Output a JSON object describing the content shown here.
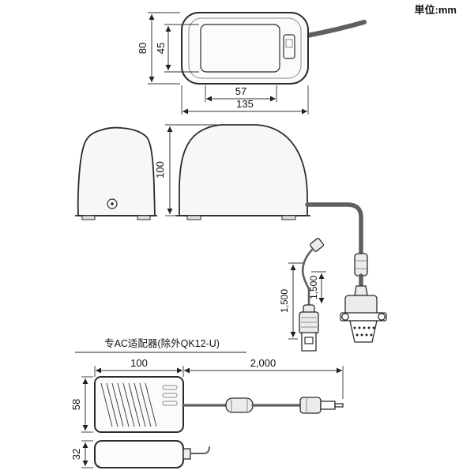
{
  "meta": {
    "unit_label": "単位:mm"
  },
  "front_view": {
    "height_outer": "80",
    "height_inner": "45",
    "width_inner": "57",
    "width_outer": "135"
  },
  "side_view": {
    "height": "100"
  },
  "cables": {
    "usb_length": "1,500",
    "serial_length": "1,500"
  },
  "adapter": {
    "title": "专AC适配器(除外QK12-U)",
    "body_width": "100",
    "cable_length": "2,000",
    "body_height": "58",
    "side_height": "32"
  }
}
